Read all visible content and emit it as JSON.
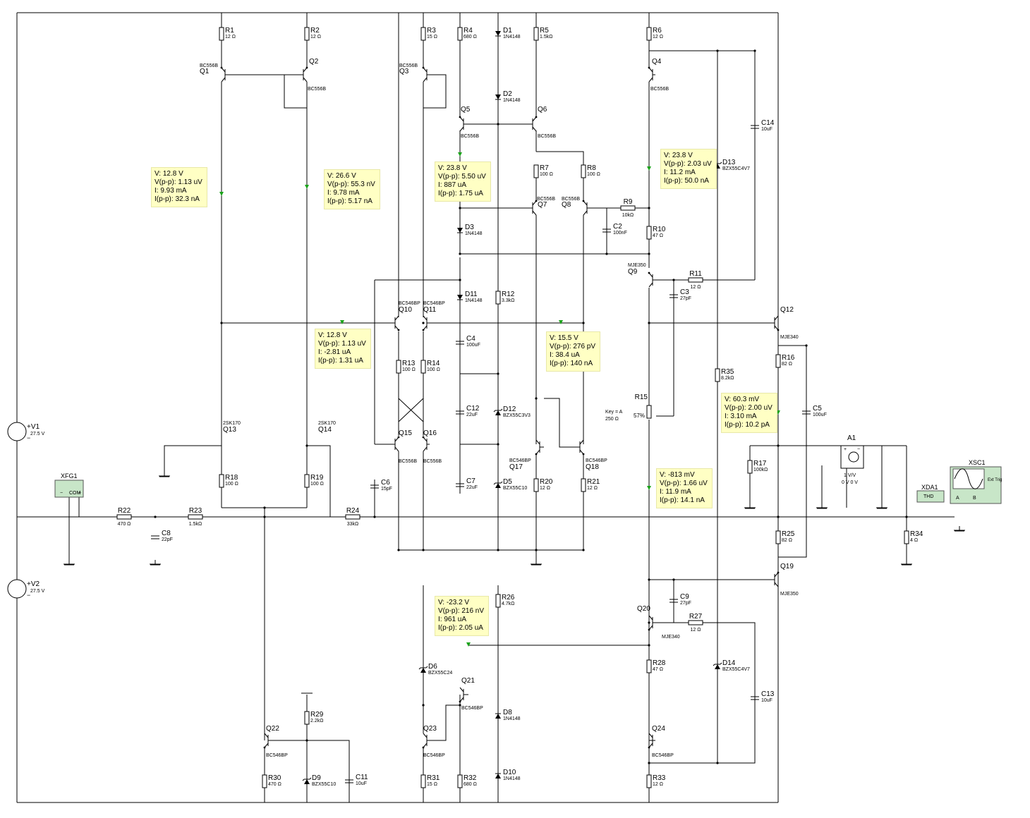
{
  "components": {
    "R1": {
      "ref": "R1",
      "value": "12 Ω"
    },
    "R2": {
      "ref": "R2",
      "value": "12 Ω"
    },
    "R3": {
      "ref": "R3",
      "value": "15 Ω"
    },
    "R4": {
      "ref": "R4",
      "value": "680 Ω"
    },
    "R5": {
      "ref": "R5",
      "value": "1.5kΩ"
    },
    "R6": {
      "ref": "R6",
      "value": "12 Ω"
    },
    "R7": {
      "ref": "R7",
      "value": "100 Ω"
    },
    "R8": {
      "ref": "R8",
      "value": "100 Ω"
    },
    "R9": {
      "ref": "R9",
      "value": "10kΩ"
    },
    "R10": {
      "ref": "R10",
      "value": "47 Ω"
    },
    "R11": {
      "ref": "R11",
      "value": "12 Ω"
    },
    "R12": {
      "ref": "R12",
      "value": "3.3kΩ"
    },
    "R13": {
      "ref": "R13",
      "value": "100 Ω"
    },
    "R14": {
      "ref": "R14",
      "value": "100 Ω"
    },
    "R15": {
      "ref": "R15",
      "value": "250 Ω",
      "pct": "57%",
      "key": "Key = A"
    },
    "R16": {
      "ref": "R16",
      "value": "82 Ω"
    },
    "R17": {
      "ref": "R17",
      "value": "100kΩ"
    },
    "R18": {
      "ref": "R18",
      "value": "100 Ω"
    },
    "R19": {
      "ref": "R19",
      "value": "100 Ω"
    },
    "R20": {
      "ref": "R20",
      "value": "12 Ω"
    },
    "R21": {
      "ref": "R21",
      "value": "12 Ω"
    },
    "R22": {
      "ref": "R22",
      "value": "470 Ω"
    },
    "R23": {
      "ref": "R23",
      "value": "1.5kΩ"
    },
    "R24": {
      "ref": "R24",
      "value": "33kΩ"
    },
    "R25": {
      "ref": "R25",
      "value": "82 Ω"
    },
    "R26": {
      "ref": "R26",
      "value": "4.7kΩ"
    },
    "R27": {
      "ref": "R27",
      "value": "12 Ω"
    },
    "R28": {
      "ref": "R28",
      "value": "47 Ω"
    },
    "R29": {
      "ref": "R29",
      "value": "2.2kΩ"
    },
    "R30": {
      "ref": "R30",
      "value": "470 Ω"
    },
    "R31": {
      "ref": "R31",
      "value": "15 Ω"
    },
    "R32": {
      "ref": "R32",
      "value": "680 Ω"
    },
    "R33": {
      "ref": "R33",
      "value": "12 Ω"
    },
    "R34": {
      "ref": "R34",
      "value": "4 Ω"
    },
    "R35": {
      "ref": "R35",
      "value": "8.2kΩ"
    },
    "C2": {
      "ref": "C2",
      "value": "100nF"
    },
    "C3": {
      "ref": "C3",
      "value": "27pF"
    },
    "C4": {
      "ref": "C4",
      "value": "100uF"
    },
    "C5": {
      "ref": "C5",
      "value": "100uF"
    },
    "C6": {
      "ref": "C6",
      "value": "15pF"
    },
    "C7": {
      "ref": "C7",
      "value": "22uF"
    },
    "C8": {
      "ref": "C8",
      "value": "22pF"
    },
    "C9": {
      "ref": "C9",
      "value": "27pF"
    },
    "C11": {
      "ref": "C11",
      "value": "10uF"
    },
    "C12": {
      "ref": "C12",
      "value": "22uF"
    },
    "C13": {
      "ref": "C13",
      "value": "10uF"
    },
    "C14": {
      "ref": "C14",
      "value": "10uF"
    },
    "D1": {
      "ref": "D1",
      "value": "1N4148"
    },
    "D2": {
      "ref": "D2",
      "value": "1N4148"
    },
    "D3": {
      "ref": "D3",
      "value": "1N4148"
    },
    "D5": {
      "ref": "D5",
      "value": "BZX55C10"
    },
    "D6": {
      "ref": "D6",
      "value": "BZX55C24"
    },
    "D8": {
      "ref": "D8",
      "value": "1N4148"
    },
    "D9": {
      "ref": "D9",
      "value": "BZX55C10"
    },
    "D10": {
      "ref": "D10",
      "value": "1N4148"
    },
    "D11": {
      "ref": "D11",
      "value": "1N4148"
    },
    "D12": {
      "ref": "D12",
      "value": "BZX55C3V3"
    },
    "D13": {
      "ref": "D13",
      "value": "BZX55C4V7"
    },
    "D14": {
      "ref": "D14",
      "value": "BZX55C4V7"
    },
    "Q1": {
      "ref": "Q1",
      "value": "BC556B"
    },
    "Q2": {
      "ref": "Q2",
      "value": "BC556B"
    },
    "Q3": {
      "ref": "Q3",
      "value": "BC556B"
    },
    "Q4": {
      "ref": "Q4",
      "value": "BC556B"
    },
    "Q5": {
      "ref": "Q5",
      "value": "BC556B"
    },
    "Q6": {
      "ref": "Q6",
      "value": "BC556B"
    },
    "Q7": {
      "ref": "Q7",
      "value": "BC556B"
    },
    "Q8": {
      "ref": "Q8",
      "value": "BC556B"
    },
    "Q9": {
      "ref": "Q9",
      "value": "MJE350"
    },
    "Q10": {
      "ref": "Q10",
      "value": "BC546BP"
    },
    "Q11": {
      "ref": "Q11",
      "value": "BC546BP"
    },
    "Q12": {
      "ref": "Q12",
      "value": "MJE340"
    },
    "Q13": {
      "ref": "Q13",
      "value": "2SK170"
    },
    "Q14": {
      "ref": "Q14",
      "value": "2SK170"
    },
    "Q15": {
      "ref": "Q15",
      "value": "BC556B"
    },
    "Q16": {
      "ref": "Q16",
      "value": "BC556B"
    },
    "Q17": {
      "ref": "Q17",
      "value": "BC546BP"
    },
    "Q18": {
      "ref": "Q18",
      "value": "BC546BP"
    },
    "Q19": {
      "ref": "Q19",
      "value": "MJE350"
    },
    "Q20": {
      "ref": "Q20",
      "value": "MJE340"
    },
    "Q21": {
      "ref": "Q21",
      "value": "BC546BP"
    },
    "Q22": {
      "ref": "Q22",
      "value": "BC546BP"
    },
    "Q23": {
      "ref": "Q23",
      "value": "BC546BP"
    },
    "Q24": {
      "ref": "Q24",
      "value": "BC546BP"
    },
    "V1": {
      "ref": "V1",
      "value": "27.5 V"
    },
    "V2": {
      "ref": "V2",
      "value": "27.5 V"
    }
  },
  "instruments": {
    "xfg1": {
      "ref": "XFG1",
      "terminals": [
        "−",
        "COM",
        "+"
      ]
    },
    "xda1": {
      "ref": "XDA1",
      "label": "THD"
    },
    "xsc1": {
      "ref": "XSC1",
      "ext": "Ext Trig",
      "chan_a": "A",
      "chan_b": "B"
    },
    "a1": {
      "ref": "A1",
      "value": "1 V/V",
      "value2": "0 V 0 V",
      "plus": "+",
      "minus": "−"
    }
  },
  "probes": [
    {
      "id": "p1",
      "lines": [
        "V: 12.8 V",
        "V(p-p): 1.13 uV",
        "I: 9.93 mA",
        "I(p-p): 32.3 nA"
      ]
    },
    {
      "id": "p2",
      "lines": [
        "V: 26.6 V",
        "V(p-p): 55.3 nV",
        "I: 9.78 mA",
        "I(p-p): 5.17 nA"
      ]
    },
    {
      "id": "p3",
      "lines": [
        "V: 23.8 V",
        "V(p-p): 5.50 uV",
        "I: 887 uA",
        "I(p-p): 1.75 uA"
      ]
    },
    {
      "id": "p4",
      "lines": [
        "V: 23.8 V",
        "V(p-p): 2.03 uV",
        "I: 11.2 mA",
        "I(p-p): 50.0 nA"
      ]
    },
    {
      "id": "p5",
      "lines": [
        "V: 12.8 V",
        "V(p-p): 1.13 uV",
        "I: -2.81 uA",
        "I(p-p): 1.31 uA"
      ]
    },
    {
      "id": "p6",
      "lines": [
        "V: 15.5 V",
        "V(p-p): 276 pV",
        "I: 38.4 uA",
        "I(p-p): 140 nA"
      ]
    },
    {
      "id": "p7",
      "lines": [
        "V: 60.3 mV",
        "V(p-p): 2.00 uV",
        "I: 3.10 mA",
        "I(p-p): 10.2 pA"
      ]
    },
    {
      "id": "p8",
      "lines": [
        "V: -813 mV",
        "V(p-p): 1.66 uV",
        "I: 11.9 mA",
        "I(p-p): 14.1 nA"
      ]
    },
    {
      "id": "p9",
      "lines": [
        "V: -23.2 V",
        "V(p-p): 216 nV",
        "I: 961 uA",
        "I(p-p): 2.05 uA"
      ]
    }
  ],
  "colors": {
    "wire": "#000000",
    "probe_bg": "#ffffc4",
    "probe_arrow": "#1aa31a",
    "instrument_bg": "#c8e6c8"
  }
}
